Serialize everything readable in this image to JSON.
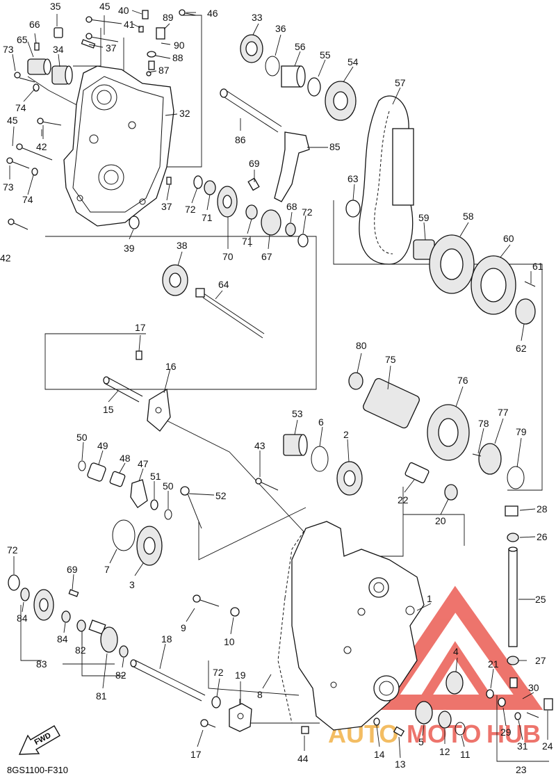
{
  "diagram_code": "8GS1100-F310",
  "fwd_label": "FWD",
  "watermark": {
    "word1": "AUTO",
    "word2": "MOTO",
    "word3": "HUB",
    "accent": "#e8463c",
    "secondary": "#f0a830"
  },
  "callouts": [
    {
      "id": "c35",
      "text": "35"
    },
    {
      "id": "c45a",
      "text": "45"
    },
    {
      "id": "c40",
      "text": "40"
    },
    {
      "id": "c89",
      "text": "89"
    },
    {
      "id": "c46",
      "text": "46"
    },
    {
      "id": "c33",
      "text": "33"
    },
    {
      "id": "c36",
      "text": "36"
    },
    {
      "id": "c66",
      "text": "66"
    },
    {
      "id": "c41",
      "text": "41"
    },
    {
      "id": "c65",
      "text": "65"
    },
    {
      "id": "c37a",
      "text": "37"
    },
    {
      "id": "c90",
      "text": "90"
    },
    {
      "id": "c56",
      "text": "56"
    },
    {
      "id": "c55",
      "text": "55"
    },
    {
      "id": "c54",
      "text": "54"
    },
    {
      "id": "c73a",
      "text": "73"
    },
    {
      "id": "c34",
      "text": "34"
    },
    {
      "id": "c88",
      "text": "88"
    },
    {
      "id": "c87",
      "text": "87"
    },
    {
      "id": "c57",
      "text": "57"
    },
    {
      "id": "c74a",
      "text": "74"
    },
    {
      "id": "c32",
      "text": "32"
    },
    {
      "id": "c45b",
      "text": "45"
    },
    {
      "id": "c86",
      "text": "86"
    },
    {
      "id": "c42a",
      "text": "42"
    },
    {
      "id": "c85",
      "text": "85"
    },
    {
      "id": "c69a",
      "text": "69"
    },
    {
      "id": "c63",
      "text": "63"
    },
    {
      "id": "c73b",
      "text": "73"
    },
    {
      "id": "c74b",
      "text": "74"
    },
    {
      "id": "c37b",
      "text": "37"
    },
    {
      "id": "c72a",
      "text": "72"
    },
    {
      "id": "c71a",
      "text": "71"
    },
    {
      "id": "c68",
      "text": "68"
    },
    {
      "id": "c72b",
      "text": "72"
    },
    {
      "id": "c71b",
      "text": "71"
    },
    {
      "id": "c59",
      "text": "59"
    },
    {
      "id": "c58",
      "text": "58"
    },
    {
      "id": "c42b",
      "text": "42"
    },
    {
      "id": "c39",
      "text": "39"
    },
    {
      "id": "c70",
      "text": "70"
    },
    {
      "id": "c67",
      "text": "67"
    },
    {
      "id": "c60",
      "text": "60"
    },
    {
      "id": "c38",
      "text": "38"
    },
    {
      "id": "c61",
      "text": "61"
    },
    {
      "id": "c64",
      "text": "64"
    },
    {
      "id": "c62",
      "text": "62"
    },
    {
      "id": "c17a",
      "text": "17"
    },
    {
      "id": "c16",
      "text": "16"
    },
    {
      "id": "c80",
      "text": "80"
    },
    {
      "id": "c75",
      "text": "75"
    },
    {
      "id": "c76",
      "text": "76"
    },
    {
      "id": "c15",
      "text": "15"
    },
    {
      "id": "c53",
      "text": "53"
    },
    {
      "id": "c6",
      "text": "6"
    },
    {
      "id": "c2",
      "text": "2"
    },
    {
      "id": "c77",
      "text": "77"
    },
    {
      "id": "c78",
      "text": "78"
    },
    {
      "id": "c79",
      "text": "79"
    },
    {
      "id": "c50a",
      "text": "50"
    },
    {
      "id": "c49",
      "text": "49"
    },
    {
      "id": "c48",
      "text": "48"
    },
    {
      "id": "c47",
      "text": "47"
    },
    {
      "id": "c43",
      "text": "43"
    },
    {
      "id": "c51",
      "text": "51"
    },
    {
      "id": "c50b",
      "text": "50"
    },
    {
      "id": "c52",
      "text": "52"
    },
    {
      "id": "c22",
      "text": "22"
    },
    {
      "id": "c20",
      "text": "20"
    },
    {
      "id": "c28",
      "text": "28"
    },
    {
      "id": "c26",
      "text": "26"
    },
    {
      "id": "c72c",
      "text": "72"
    },
    {
      "id": "c7",
      "text": "7"
    },
    {
      "id": "c3",
      "text": "3"
    },
    {
      "id": "c69b",
      "text": "69"
    },
    {
      "id": "c25",
      "text": "25"
    },
    {
      "id": "c84a",
      "text": "84"
    },
    {
      "id": "c9",
      "text": "9"
    },
    {
      "id": "c10",
      "text": "10"
    },
    {
      "id": "c1",
      "text": "1"
    },
    {
      "id": "c84b",
      "text": "84"
    },
    {
      "id": "c82a",
      "text": "82"
    },
    {
      "id": "c18",
      "text": "18"
    },
    {
      "id": "c4",
      "text": "4"
    },
    {
      "id": "c83",
      "text": "83"
    },
    {
      "id": "c82b",
      "text": "82"
    },
    {
      "id": "c21",
      "text": "21"
    },
    {
      "id": "c27",
      "text": "27"
    },
    {
      "id": "c72d",
      "text": "72"
    },
    {
      "id": "c19",
      "text": "19"
    },
    {
      "id": "c8",
      "text": "8"
    },
    {
      "id": "c81",
      "text": "81"
    },
    {
      "id": "c30",
      "text": "30"
    },
    {
      "id": "c17b",
      "text": "17"
    },
    {
      "id": "c44",
      "text": "44"
    },
    {
      "id": "c14",
      "text": "14"
    },
    {
      "id": "c5",
      "text": "5"
    },
    {
      "id": "c12",
      "text": "12"
    },
    {
      "id": "c11",
      "text": "11"
    },
    {
      "id": "c29",
      "text": "29"
    },
    {
      "id": "c31",
      "text": "31"
    },
    {
      "id": "c24",
      "text": "24"
    },
    {
      "id": "c13",
      "text": "13"
    },
    {
      "id": "c23",
      "text": "23"
    }
  ]
}
